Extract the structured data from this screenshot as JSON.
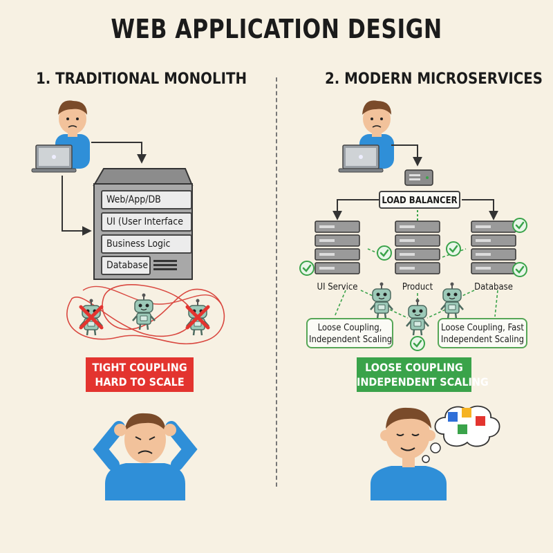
{
  "title": "WEB APPLICATION DESIGN",
  "monolith": {
    "heading": "1. TRADITIONAL MONOLITH",
    "layers": [
      "Web/App/DB",
      "UI (User Interface",
      "Business Logic",
      "Database"
    ],
    "banner_line1": "TIGHT COUPLING",
    "banner_line2": "HARD TO SCALE"
  },
  "microservices": {
    "heading": "2. MODERN MICROSERVICES",
    "load_balancer": "LOAD BALANCER",
    "services": [
      "UI Service",
      "Product",
      "Database"
    ],
    "callout_left_line1": "Loose Coupling,",
    "callout_left_line2": "Independent Scaling",
    "callout_right_line1": "Loose Coupling, Fast",
    "callout_right_line2": "Independent Scaling",
    "banner_line1": "LOOSE COUPLING",
    "banner_line2": "INDEPENDENT SCALING"
  },
  "colors": {
    "background": "#f7f1e3",
    "bad": "#e3342f",
    "good": "#3aa34a",
    "shirt": "#2f8fd8",
    "hair": "#7a4b2a",
    "skin": "#f2c29b",
    "robot": "#9cc9b8"
  }
}
